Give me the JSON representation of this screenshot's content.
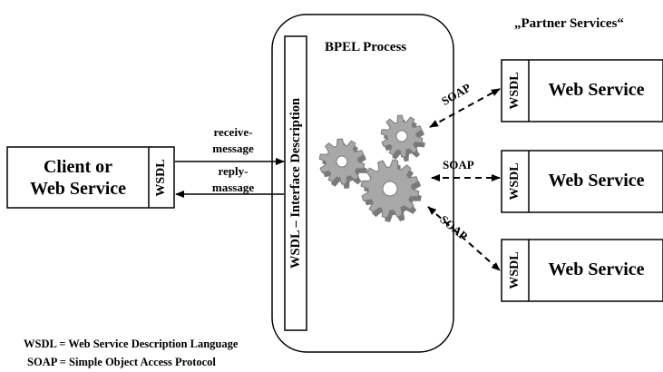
{
  "partner_services_heading": "„Partner Services“",
  "bpel_process_label": "BPEL Process",
  "interface_label": "WSDL – Interface Description",
  "client_label_line1": "Client or",
  "client_label_line2": "Web Service",
  "wsdl_tag": "WSDL",
  "receive_message_line1": "receive-",
  "receive_message_line2": "message",
  "reply_message_line1": "reply-",
  "reply_message_line2": "massage",
  "soap_label": "SOAP",
  "partner_services": [
    {
      "label": "Web Service",
      "wsdl": "WSDL"
    },
    {
      "label": "Web Service",
      "wsdl": "WSDL"
    },
    {
      "label": "Web Service",
      "wsdl": "WSDL"
    }
  ],
  "legend": {
    "wsdl": "WSDL = Web Service Description Language",
    "soap": "SOAP = Simple Object Access Protocol"
  },
  "colors": {
    "gear_face": "#a8a8a8",
    "gear_side": "#7a7a7a",
    "gear_hole": "#ffffff"
  }
}
